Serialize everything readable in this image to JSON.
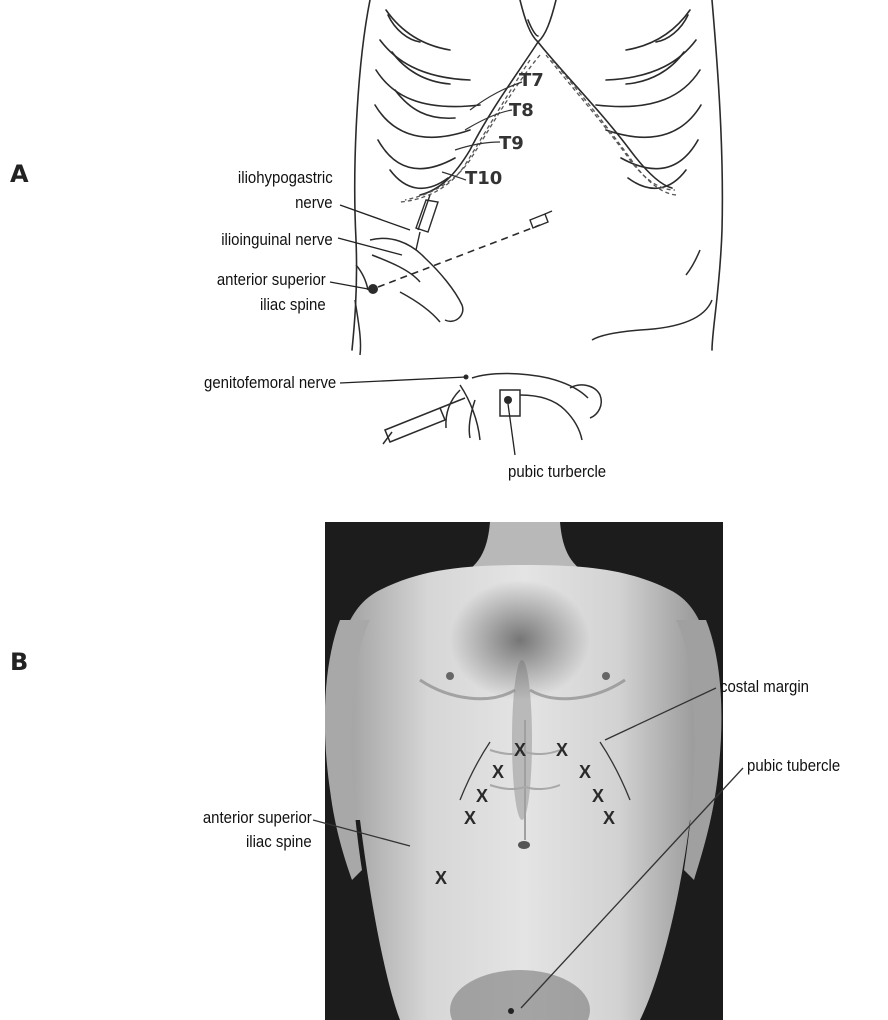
{
  "panel_a": {
    "letter": "A",
    "spinal_levels": [
      "T7",
      "T8",
      "T9",
      "T10"
    ],
    "labels": {
      "iliohypogastric_line1": "iliohypogastric",
      "iliohypogastric_line2": "nerve",
      "ilioinguinal": "ilioinguinal nerve",
      "asis_line1": "anterior superior",
      "asis_line2": "iliac spine",
      "genitofemoral": "genitofemoral nerve",
      "pubic": "pubic turbercle"
    }
  },
  "panel_b": {
    "letter": "B",
    "labels": {
      "costal_margin": "costal margin",
      "asis_line1": "anterior superior",
      "asis_line2": "iliac spine",
      "pubic": "pubic tubercle"
    },
    "marker_symbol": "X"
  },
  "colors": {
    "line": "#2b2b2b",
    "photo_bg": "#1c1c1c",
    "skin": "#cfcfcf",
    "marker": "#2a2a2a"
  }
}
